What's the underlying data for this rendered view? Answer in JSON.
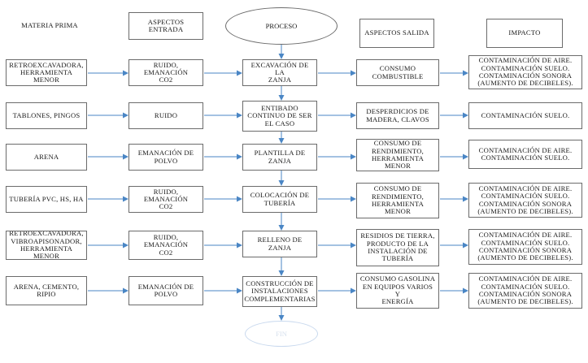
{
  "headers": {
    "materia_prima": "MATERIA PRIMA",
    "aspectos_entrada": "ASPECTOS ENTRADA",
    "proceso": "PROCESO",
    "aspectos_salida": "ASPECTOS SALIDA",
    "impacto": "IMPACTO"
  },
  "rows": [
    {
      "materia": "RETROEXCAVADORA,\nHERRAMIENTA MENOR",
      "entrada": "RUIDO, EMANACIÓN\nCO2",
      "proceso": "EXCAVACIÓN DE LA\nZANJA",
      "salida": "CONSUMO\nCOMBUSTIBLE",
      "impacto": "CONTAMINACIÓN DE AIRE.\nCONTAMINACIÓN SUELO.\nCONTAMINACIÓN SONORA\n(AUMENTO DE DECIBELES)."
    },
    {
      "materia": "TABLONES, PINGOS",
      "entrada": "RUIDO",
      "proceso": "ENTIBADO\nCONTINUO DE SER\nEL CASO",
      "salida": "DESPERDICIOS DE\nMADERA, CLAVOS",
      "impacto": "CONTAMINACIÓN SUELO."
    },
    {
      "materia": "ARENA",
      "entrada": "EMANACIÓN DE\nPOLVO",
      "proceso": "PLANTILLA DE\nZANJA",
      "salida": "CONSUMO DE\nRENDIMIENTO,\nHERRAMIENTA MENOR",
      "impacto": "CONTAMINACIÓN DE AIRE.\nCONTAMINACIÓN SUELO."
    },
    {
      "materia": "TUBERÍA PVC, HS, HA",
      "entrada": "RUIDO, EMANACIÓN\nCO2",
      "proceso": "COLOCACIÓN DE\nTUBERÍA",
      "salida": "CONSUMO DE\nRENDIMIENTO,\nHERRAMIENTA MENOR",
      "impacto": "CONTAMINACIÓN DE AIRE.\nCONTAMINACIÓN SUELO.\nCONTAMINACIÓN SONORA\n(AUMENTO DE DECIBELES)."
    },
    {
      "materia": "RETROEXCAVADORA,\nVIBROAPISONADOR,\nHERRAMIENTA MENOR",
      "entrada": "RUIDO, EMANACIÓN\nCO2",
      "proceso": "RELLENO DE ZANJA",
      "salida": "RESIDIOS DE TIERRA,\nPRODUCTO DE LA\nINSTALACIÓN DE\nTUBERÍA",
      "impacto": "CONTAMINACIÓN DE AIRE.\nCONTAMINACIÓN SUELO.\nCONTAMINACIÓN SONORA\n(AUMENTO DE DECIBELES)."
    },
    {
      "materia": "ARENA, CEMENTO,\nRIPIO",
      "entrada": "EMANACIÓN DE\nPOLVO",
      "proceso": "CONSTRUCCIÓN DE\nINSTALACIONES\nCOMPLEMENTARIAS",
      "salida": "CONSUMO GASOLINA\nEN EQUIPOS VARIOS Y\nENERGÍA",
      "impacto": "CONTAMINACIÓN DE AIRE.\nCONTAMINACIÓN SUELO.\nCONTAMINACIÓN SONORA\n(AUMENTO DE DECIBELES)."
    }
  ],
  "fin_label": "FIN",
  "colors": {
    "connector": "#4a86c5",
    "box_border": "#6b6b6b",
    "fin_faded": "#c9d9ee"
  }
}
